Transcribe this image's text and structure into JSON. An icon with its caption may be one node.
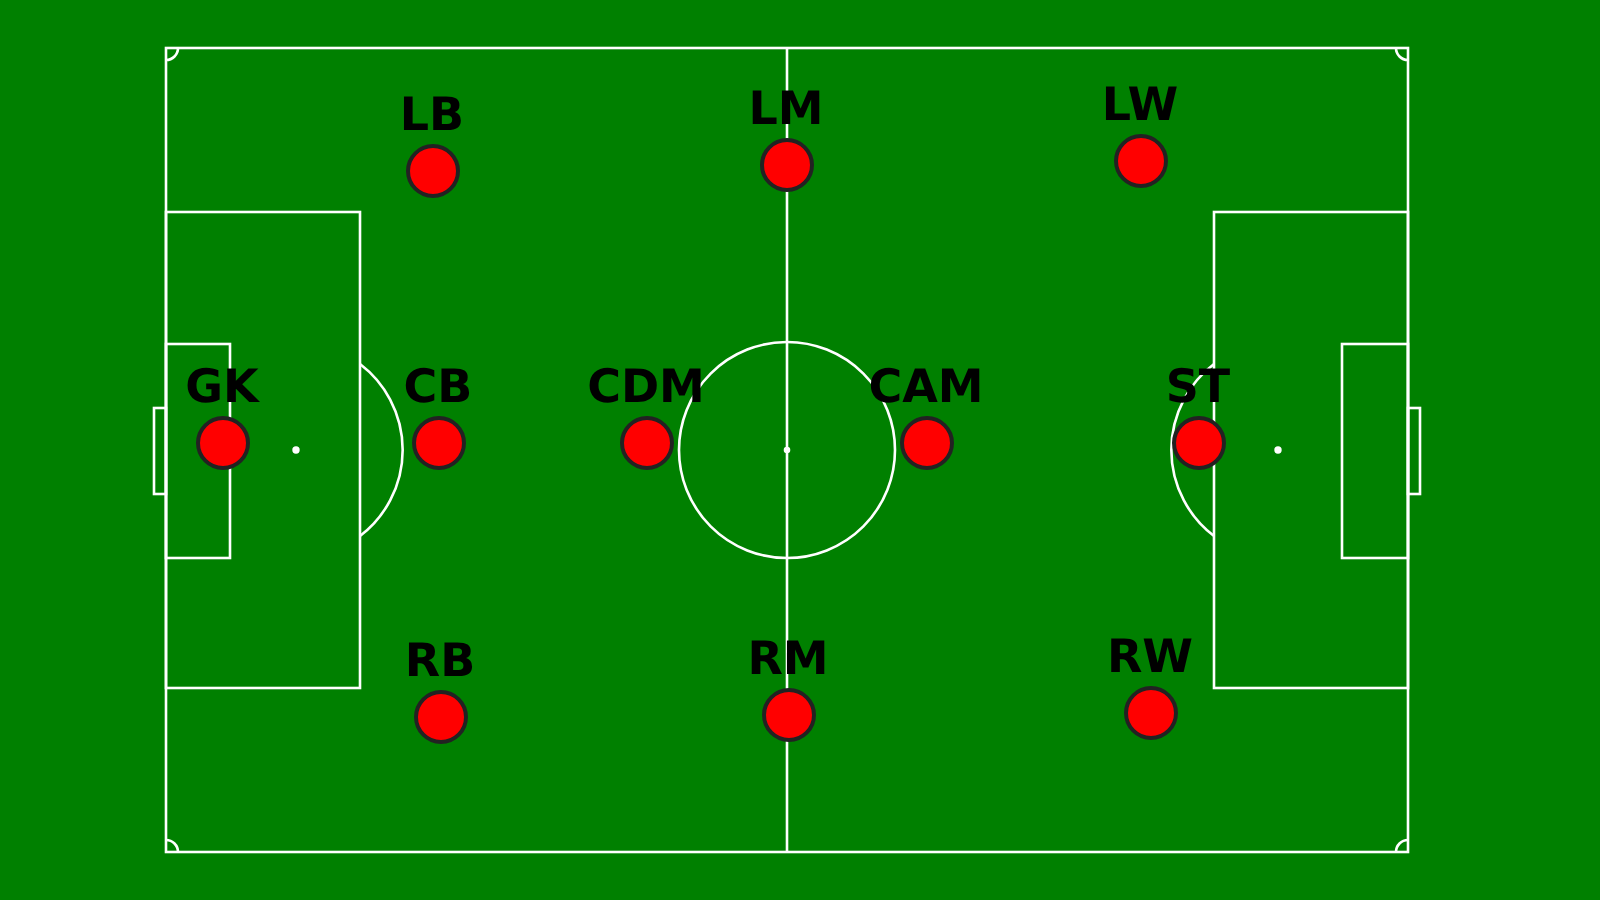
{
  "diagram": {
    "nodes": [
      {
        "text": [
          "LB"
        ]
      },
      {
        "text": [
          "LM"
        ]
      },
      {
        "text": [
          "LW"
        ]
      },
      {
        "text": [
          "GK"
        ]
      },
      {
        "text": [
          "CB"
        ]
      },
      {
        "text": [
          "CDM"
        ]
      },
      {
        "text": [
          "CAM"
        ]
      },
      {
        "text": [
          "ST"
        ]
      },
      {
        "text": [
          "RB"
        ]
      },
      {
        "text": [
          "RM"
        ]
      },
      {
        "text": [
          "RW"
        ]
      }
    ]
  }
}
